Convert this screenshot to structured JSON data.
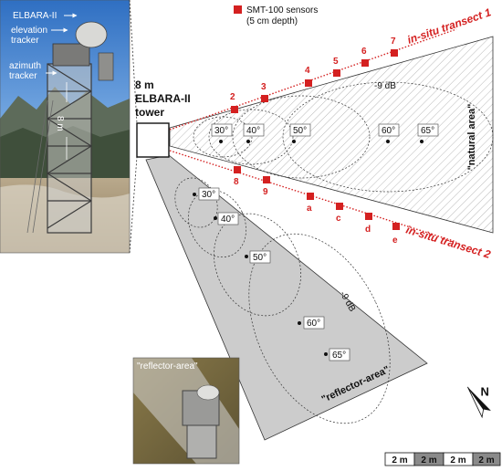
{
  "legend": {
    "sensor_label_line1": "SMT-100 sensors",
    "sensor_label_line2": "(5 cm depth)",
    "sensor_color": "#d42020"
  },
  "tower": {
    "label_line1": "8 m",
    "label_line2": "ELBARA-II",
    "label_line3": "tower"
  },
  "photo": {
    "elbara_label": "ELBARA-II",
    "elevation_line1": "elevation",
    "elevation_line2": "tracker",
    "azimuth_line1": "azimuth",
    "azimuth_line2": "tracker",
    "height_label": "8 m"
  },
  "natural_area": {
    "label": "\"natural area\"",
    "db_label": "-9 dB",
    "angles": [
      "30°",
      "40°",
      "50°",
      "60°",
      "65°"
    ],
    "fill": "#ffffff"
  },
  "reflector_area": {
    "label": "\"reflector-area\"",
    "db_label": "-9 dB",
    "angles": [
      "30°",
      "40°",
      "50°",
      "60°",
      "65°"
    ],
    "fill": "#cccccc"
  },
  "transects": {
    "transect1_label": "in-situ transect 1",
    "transect2_label": "in-situ transect 2",
    "transect1_sensors": [
      "2",
      "3",
      "4",
      "5",
      "6",
      "7"
    ],
    "transect2_sensors": [
      "8",
      "9",
      "a",
      "c",
      "d",
      "e"
    ]
  },
  "inset": {
    "label": "\"reflector-area\""
  },
  "north_arrow": {
    "label": "N"
  },
  "scale_bar": {
    "labels": [
      "2 m",
      "2 m",
      "2 m",
      "2 m"
    ]
  }
}
